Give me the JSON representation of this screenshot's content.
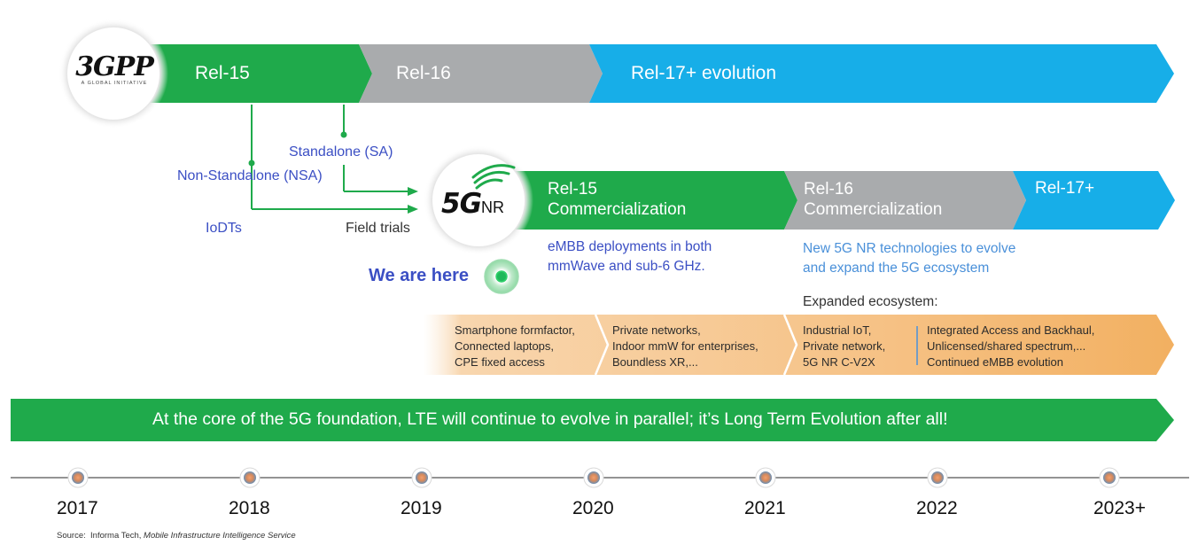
{
  "logo": {
    "text": "3GPP",
    "tagline": "A GLOBAL INITIATIVE"
  },
  "top_track": {
    "rel15": "Rel-15",
    "rel16": "Rel-16",
    "rel17": "Rel-17+ evolution"
  },
  "branches": {
    "nsa": "Non-Standalone (NSA)",
    "sa": "Standalone (SA)",
    "iodts": "IoDTs",
    "field_trials": "Field trials",
    "we_are_here": "We are here"
  },
  "nr_logo": {
    "main": "5G",
    "sub": "NR"
  },
  "second_track": {
    "rel15_line1": "Rel-15",
    "rel15_line2": "Commercialization",
    "rel16_line1": "Rel-16",
    "rel16_line2": "Commercialization",
    "rel17": "Rel-17+"
  },
  "notes": {
    "embb_line1": "eMBB deployments in both",
    "embb_line2": "mmWave and sub-6 GHz.",
    "new_tech_line1": "New 5G NR technologies to evolve",
    "new_tech_line2": "and expand the 5G ecosystem",
    "expanded": "Expanded ecosystem:"
  },
  "use_cases": [
    [
      "Smartphone formfactor,",
      "Connected laptops,",
      "CPE fixed access"
    ],
    [
      "Private networks,",
      "Indoor mmW for enterprises,",
      "Boundless XR,..."
    ],
    [
      "Industrial IoT,",
      "Private network,",
      "5G NR C-V2X"
    ],
    [
      "Integrated Access and Backhaul,",
      "Unlicensed/shared spectrum,...",
      "Continued eMBB evolution"
    ]
  ],
  "lte_banner": "At the core of the 5G foundation, LTE will continue to evolve in parallel; it’s Long Term Evolution after all!",
  "years": [
    "2017",
    "2018",
    "2019",
    "2020",
    "2021",
    "2022",
    "2023+"
  ],
  "source": {
    "prefix": "Source:  Informa Tech, ",
    "italic": "Mobile Infrastructure Intelligence Service"
  },
  "colors": {
    "green": "#1faa4b",
    "gray": "#a9abad",
    "blue": "#17aee8",
    "orange": "#f3b56b",
    "text_blue": "#3b4fc4"
  }
}
